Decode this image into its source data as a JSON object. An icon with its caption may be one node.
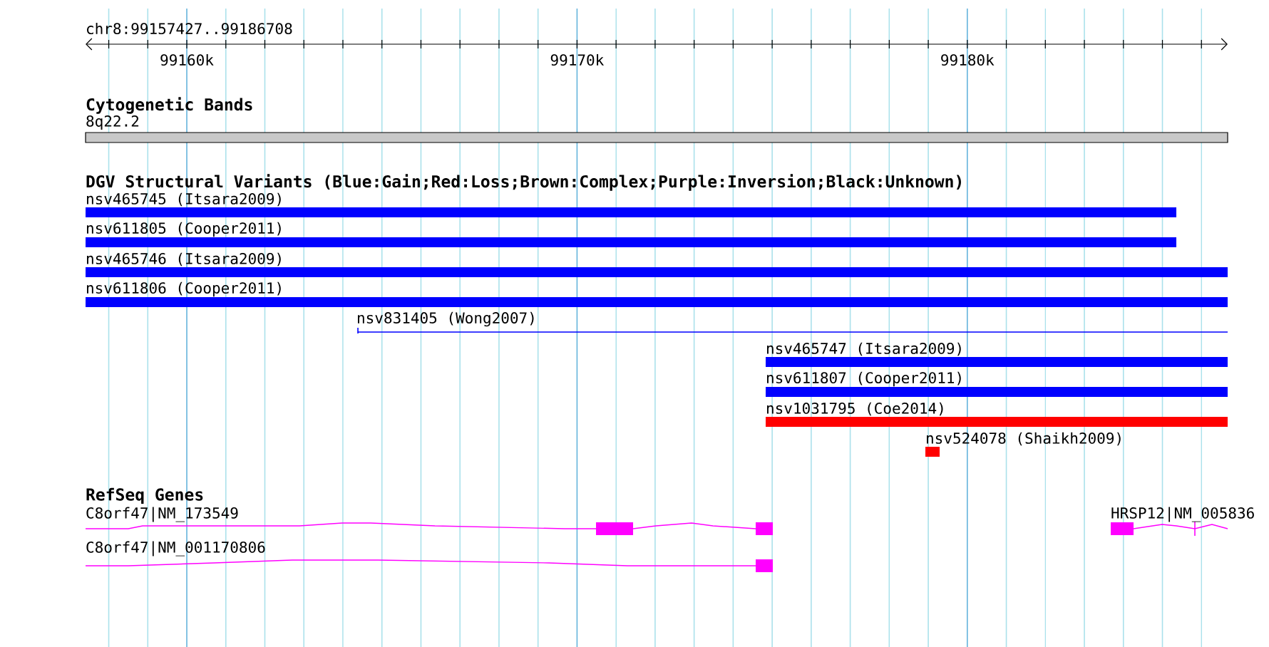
{
  "diagram": {
    "nodes": [
      {
        "text": [
          "8q22.2"
        ]
      },
      {
        "text": [
          "nsv465745 (Itsara2009)"
        ]
      },
      {
        "text": [
          "nsv611805 (Cooper2011)"
        ]
      },
      {
        "text": [
          "nsv465746 (Itsara2009)"
        ]
      },
      {
        "text": [
          "nsv611806 (Cooper2011)"
        ]
      },
      {
        "text": [
          "nsv831405 (Wong2007)"
        ]
      },
      {
        "text": [
          "nsv465747 (Itsara2009)"
        ]
      },
      {
        "text": [
          "nsv611807 (Cooper2011)"
        ]
      },
      {
        "text": [
          "nsv1031795 (Coe2014)"
        ]
      },
      {
        "text": [
          "nsv524078 (Shaikh2009)"
        ]
      },
      {
        "text": [
          "C8orf47|NM_173549"
        ]
      },
      {
        "text": [
          "C8orf47|NM_001170806"
        ]
      },
      {
        "text": [
          "HRSP12|NM_005836"
        ]
      }
    ],
    "labels": [
      "chr8:99157427..99186708",
      "99160k",
      "99170k",
      "99180k",
      "Cytogenetic Bands",
      "DGV Structural Variants (Blue:Gain;Red:Loss;Brown:Complex;Purple:Inversion;Black:Unknown)",
      "RefSeq Genes"
    ]
  }
}
